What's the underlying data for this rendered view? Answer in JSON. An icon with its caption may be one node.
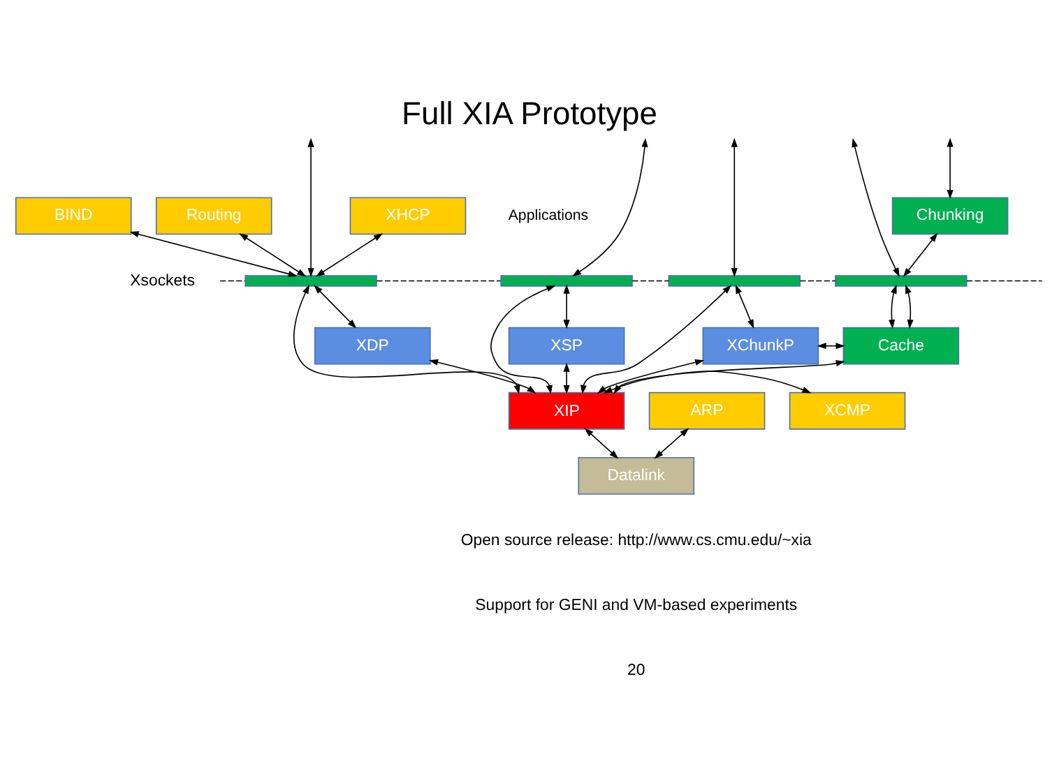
{
  "diagram": {
    "title": "Full XIA Prototype",
    "nodes": [
      {
        "text": [
          "Routing"
        ]
      },
      {
        "text": [
          "XHCP"
        ]
      },
      {
        "text": [
          "BIND"
        ]
      },
      {
        "text": [
          "Chunking"
        ]
      },
      {
        "text": [
          "Xsockets"
        ]
      },
      {
        "text": [],
        "shape": "bar"
      },
      {
        "text": [],
        "shape": "bar"
      },
      {
        "text": [],
        "shape": "bar"
      },
      {
        "text": [],
        "shape": "bar"
      },
      {
        "text": [
          "XDP"
        ]
      },
      {
        "text": [
          "XSP"
        ]
      },
      {
        "text": [
          "XChunkP"
        ]
      },
      {
        "text": [
          "Cache"
        ]
      },
      {
        "text": [
          "ARP"
        ]
      },
      {
        "text": [
          "XIP"
        ]
      },
      {
        "text": [
          "XCMP"
        ]
      },
      {
        "text": [
          "Datalink"
        ]
      }
    ],
    "edges": [
      {
        "from": 4,
        "to": 5,
        "arrow": "none",
        "style": "dashed"
      },
      {
        "from": 5,
        "to": 6,
        "arrow": "none",
        "style": "dashed"
      },
      {
        "from": 6,
        "to": 7,
        "arrow": "none",
        "style": "dashed"
      },
      {
        "from": 7,
        "to": 8,
        "arrow": "none",
        "style": "dashed"
      },
      {
        "from": 2,
        "to": 5,
        "arrow": "both"
      },
      {
        "from": 1,
        "to": 5,
        "arrow": "both"
      },
      {
        "from": 0,
        "to": 5,
        "arrow": "both"
      },
      {
        "from": null,
        "to": 5,
        "arrow": "both"
      },
      {
        "from": null,
        "to": 6,
        "arrow": "both"
      },
      {
        "from": null,
        "to": 7,
        "arrow": "both"
      },
      {
        "from": null,
        "to": 3,
        "arrow": "both"
      },
      {
        "from": 3,
        "to": 8,
        "arrow": "both"
      },
      {
        "from": null,
        "to": 8,
        "arrow": "both"
      },
      {
        "from": 5,
        "to": 9,
        "arrow": "both"
      },
      {
        "from": 6,
        "to": 10,
        "arrow": "both"
      },
      {
        "from": 7,
        "to": 11,
        "arrow": "both"
      },
      {
        "from": 8,
        "to": 12,
        "arrow": "both"
      },
      {
        "from": 8,
        "to": 12,
        "arrow": "both"
      },
      {
        "from": 11,
        "to": 12,
        "arrow": "both"
      },
      {
        "from": 14,
        "to": 5,
        "arrow": "both"
      },
      {
        "from": 14,
        "to": 9,
        "arrow": "both"
      },
      {
        "from": 14,
        "to": 6,
        "arrow": "both"
      },
      {
        "from": 14,
        "to": 10,
        "arrow": "both"
      },
      {
        "from": 14,
        "to": 7,
        "arrow": "both"
      },
      {
        "from": 14,
        "to": 11,
        "arrow": "both"
      },
      {
        "from": 14,
        "to": 12,
        "arrow": "both"
      },
      {
        "from": 14,
        "to": 15,
        "arrow": "both"
      },
      {
        "from": 13,
        "to": 16,
        "arrow": "both"
      },
      {
        "from": 14,
        "to": 16,
        "arrow": "both"
      },
      {
        "from": 8,
        "to": null,
        "arrow": "none",
        "style": "dashed"
      }
    ],
    "labels": [
      "Applications",
      "Open source release: http://www.cs.cmu.edu/~xia",
      "Support for GENI and VM-based experiments",
      "20"
    ]
  }
}
